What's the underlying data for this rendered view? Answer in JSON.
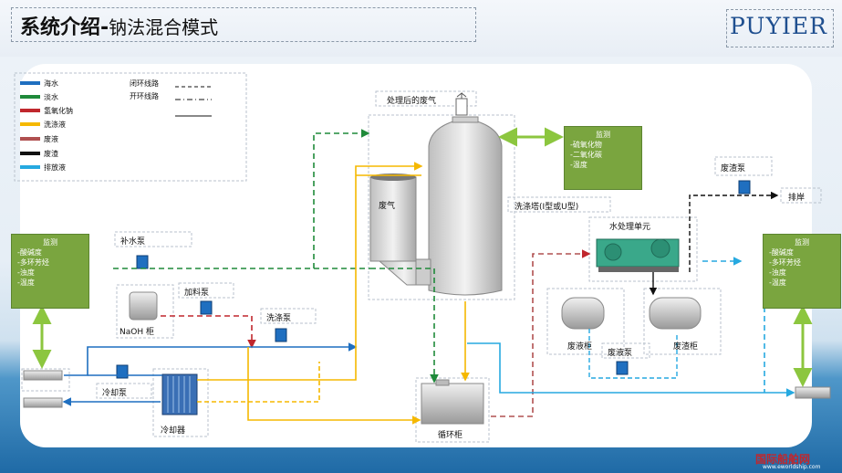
{
  "header": {
    "title_main": "系统介绍-",
    "title_sub": "钠法混合模式",
    "logo": "PUYIER"
  },
  "legend": [
    {
      "label": "海水",
      "color": "#1f6fc0"
    },
    {
      "label": "淡水",
      "color": "#1f8a3a"
    },
    {
      "label": "氢氧化钠",
      "color": "#c0272d"
    },
    {
      "label": "洗涤液",
      "color": "#f5b800"
    },
    {
      "label": "废液",
      "color": "#b05050"
    },
    {
      "label": "废渣",
      "color": "#111111"
    },
    {
      "label": "排放液",
      "color": "#26a9e0"
    }
  ],
  "loop_legend": {
    "closed": "闭环线路",
    "open": "开环线路"
  },
  "monitor_left": {
    "title": "监测",
    "items": [
      "-酸碱度",
      "-多环芳烃",
      "-浊度",
      "-温度"
    ]
  },
  "monitor_right": {
    "title": "监测",
    "items": [
      "-酸碱度",
      "-多环芳烃",
      "-浊度",
      "-温度"
    ]
  },
  "monitor_top": {
    "title": "监测",
    "items": [
      "-硫氧化物",
      "-二氧化碳",
      "-温度"
    ]
  },
  "labels": {
    "treated_gas": "处理后的废气",
    "exhaust": "废气",
    "scrubber": "洗涤塔(Ⅰ型或U型)",
    "water_unit": "水处理单元",
    "makeup_pump": "补水泵",
    "dosing_pump": "加料泵",
    "naoh_tank": "NaOH 柜",
    "wash_pump": "洗涤泵",
    "cooling_pump": "冷却泵",
    "cooler": "冷却器",
    "circ_tank": "循环柜",
    "sludge_pump": "废渣泵",
    "discharge": "排岸",
    "waste_liquid_tank": "废液柜",
    "waste_liquid_pump": "废液泵",
    "sludge_tank": "废渣柜"
  },
  "footer": {
    "brand": "国际船舶网",
    "url": "www.eworldship.com"
  }
}
